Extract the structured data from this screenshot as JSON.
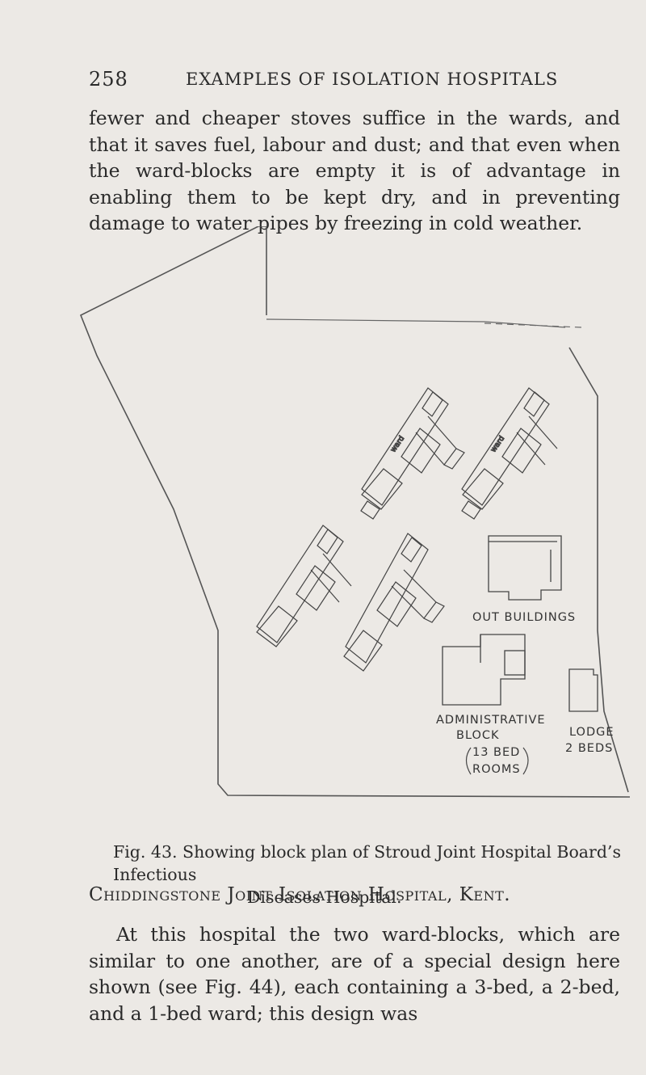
{
  "header": {
    "page_number": "258",
    "running_head": "EXAMPLES OF ISOLATION HOSPITALS"
  },
  "intro_paragraph": "fewer and cheaper stoves suffice in the wards, and that it saves fuel, labour and dust; and that even when the ward-blocks are empty it is of advantage in enabling them to be kept dry, and in preventing damage to water pipes by freezing in cold weather.",
  "plan": {
    "labels": {
      "out_buildings": "OUT BUILDINGS",
      "admin_line1": "ADMINISTRATIVE",
      "admin_line2": "BLOCK",
      "admin_rooms_line1": "13 BED",
      "admin_rooms_line2": "ROOMS",
      "lodge_line1": "LODGE",
      "lodge_line2": "2 BEDS"
    }
  },
  "caption": {
    "line1": "Fig. 43. Showing block plan of Stroud Joint Hospital Board’s Infectious",
    "line2": "Diseases Hospital."
  },
  "section_heading": "Chiddingstone Joint Isolation Hospital, Kent.",
  "body_paragraph": "At this hospital the two ward-blocks, which are similar to one another, are of a special design here shown (see Fig. 44), each containing a 3-bed, a 2-bed, and a 1-bed ward; this design was"
}
